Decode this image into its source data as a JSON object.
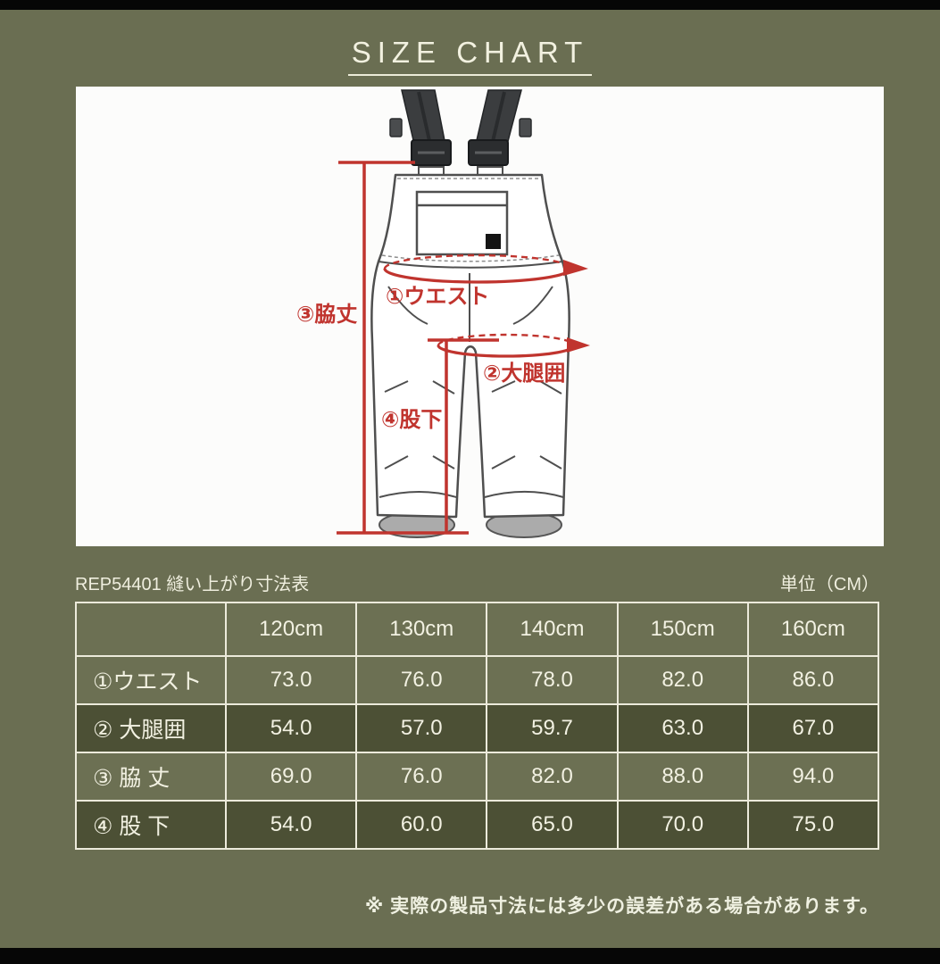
{
  "title": "SIZE CHART",
  "colors": {
    "background": "#6a6e52",
    "top_bottom_bars": "#060606",
    "panel": "#fcfcfb",
    "annotation_red": "#c0342e",
    "table_border": "#eceadb",
    "row_light": "#6c7053",
    "row_dark": "#4c5035",
    "text_cream": "#f2f1e2"
  },
  "diagram": {
    "labels": {
      "waist": "①ウエスト",
      "thigh": "②大腿囲",
      "side_length": "③脇丈",
      "inseam": "④股下"
    }
  },
  "table": {
    "caption_left": "REP54401 縫い上がり寸法表",
    "unit_label": "単位（CM）",
    "columns": [
      "",
      "120cm",
      "130cm",
      "140cm",
      "150cm",
      "160cm"
    ],
    "rows": [
      {
        "label": "①ウエスト",
        "values": [
          "73.0",
          "76.0",
          "78.0",
          "82.0",
          "86.0"
        ]
      },
      {
        "label": "② 大腿囲",
        "values": [
          "54.0",
          "57.0",
          "59.7",
          "63.0",
          "67.0"
        ]
      },
      {
        "label": "③ 脇 丈",
        "values": [
          "69.0",
          "76.0",
          "82.0",
          "88.0",
          "94.0"
        ]
      },
      {
        "label": "④ 股 下",
        "values": [
          "54.0",
          "60.0",
          "65.0",
          "70.0",
          "75.0"
        ]
      }
    ]
  },
  "footer": {
    "note": "※ 実際の製品寸法には多少の誤差がある場合があります。"
  }
}
